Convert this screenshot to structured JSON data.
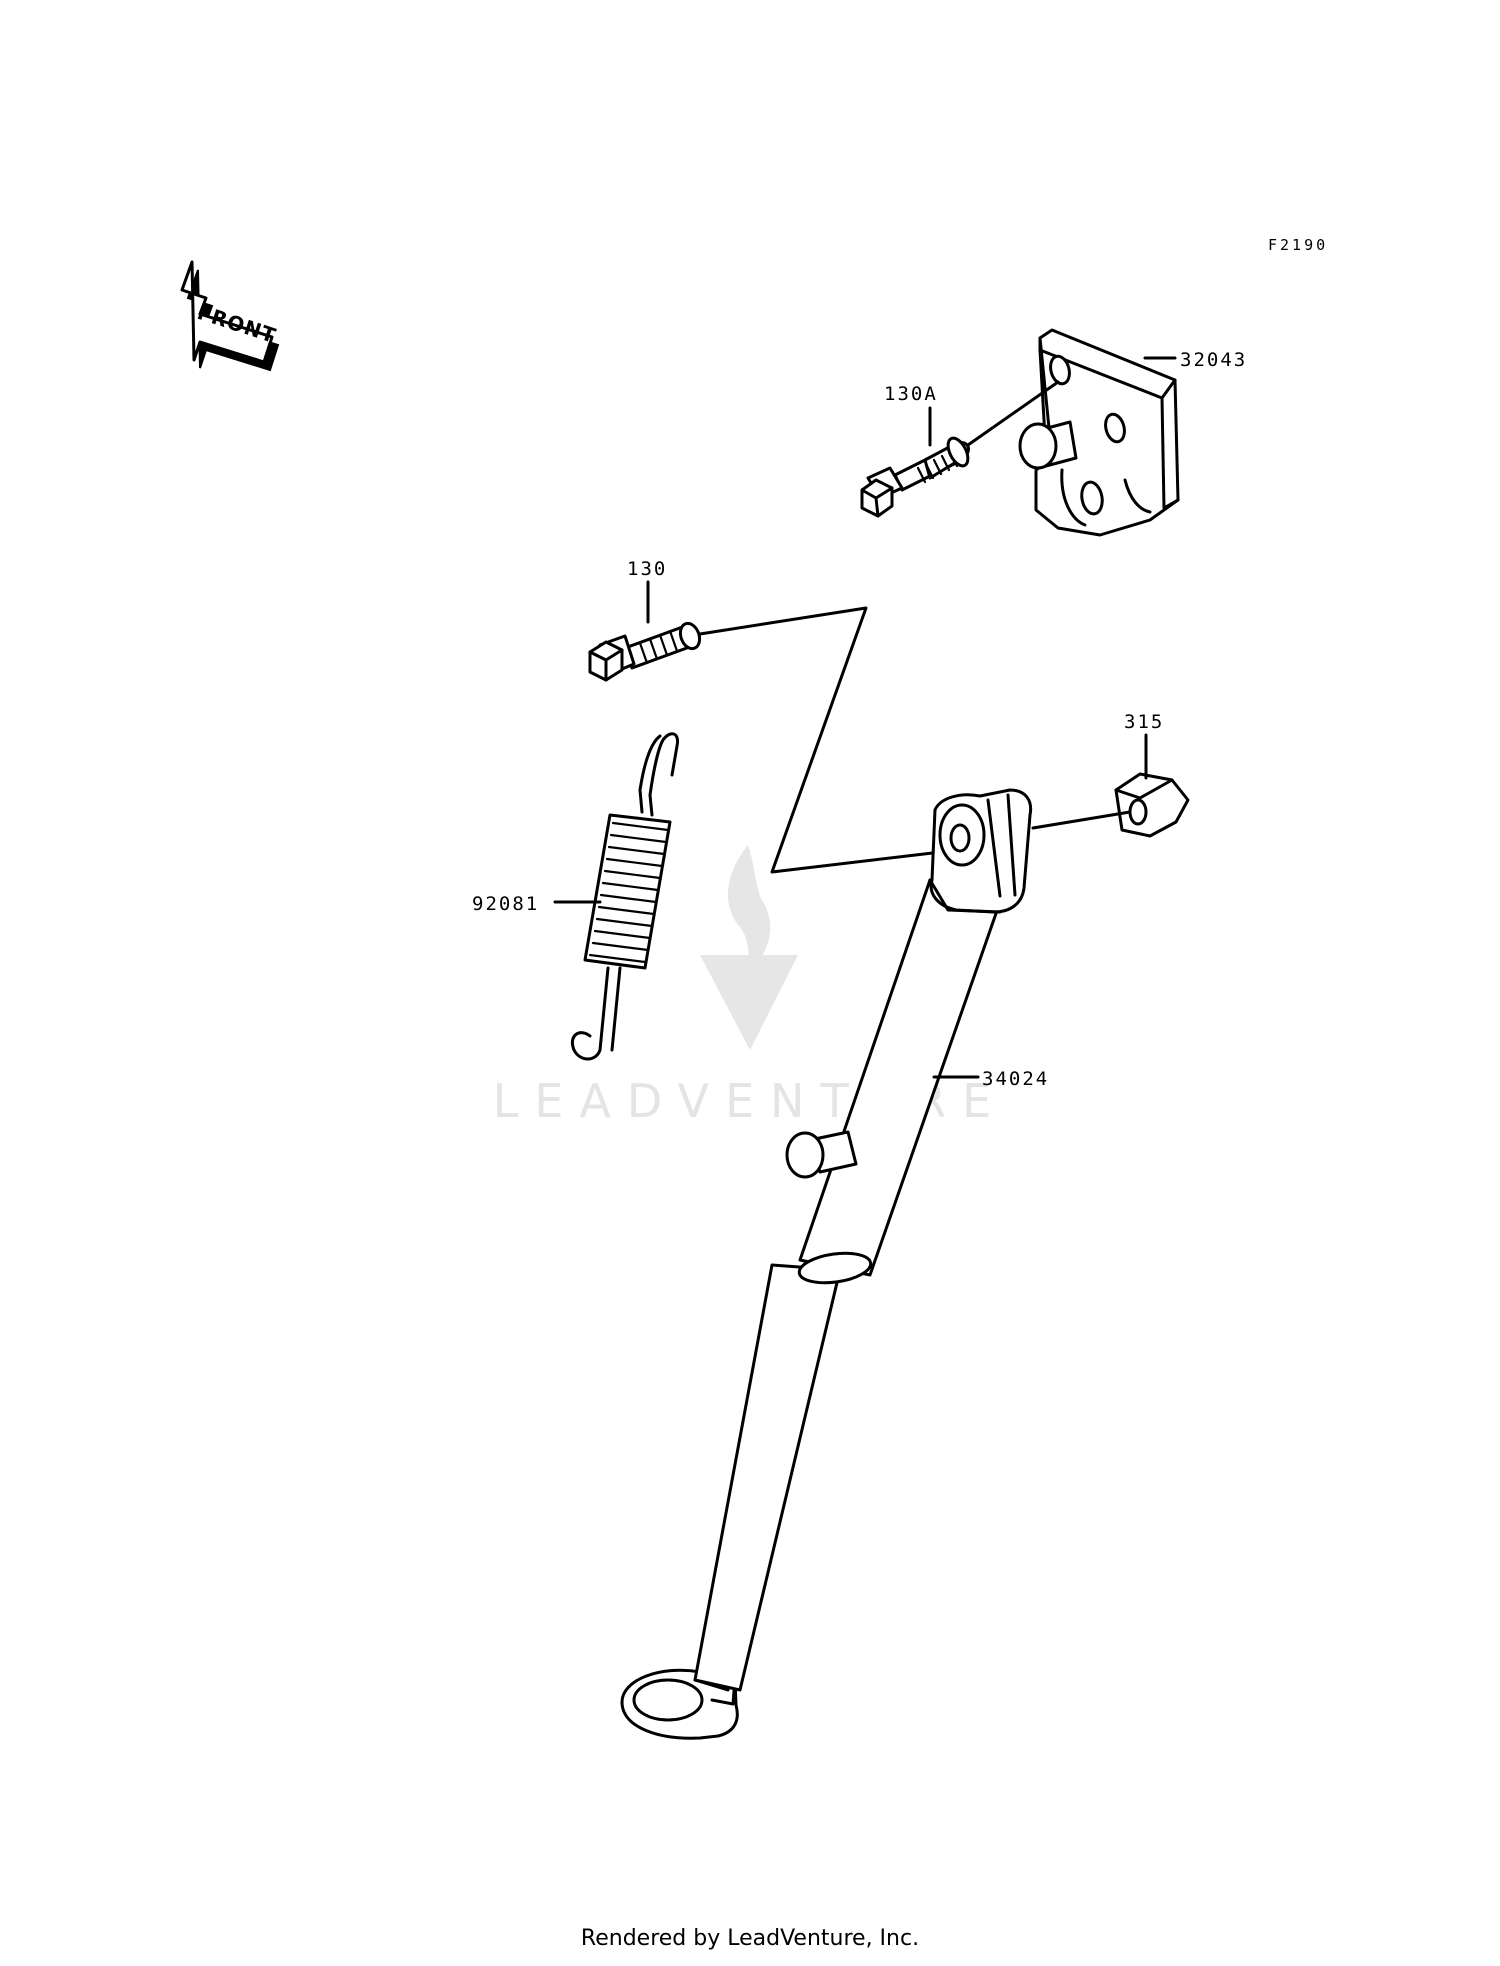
{
  "diagram": {
    "reference_code": "F2190",
    "front_marker": "FRONT",
    "callouts": {
      "bracket": "32043",
      "bolt_a": "130A",
      "bolt": "130",
      "nut": "315",
      "spring": "92081",
      "side_stand": "34024"
    }
  },
  "watermark": {
    "text": "LEADVENTURE"
  },
  "footer": {
    "text": "Rendered by LeadVenture, Inc."
  }
}
